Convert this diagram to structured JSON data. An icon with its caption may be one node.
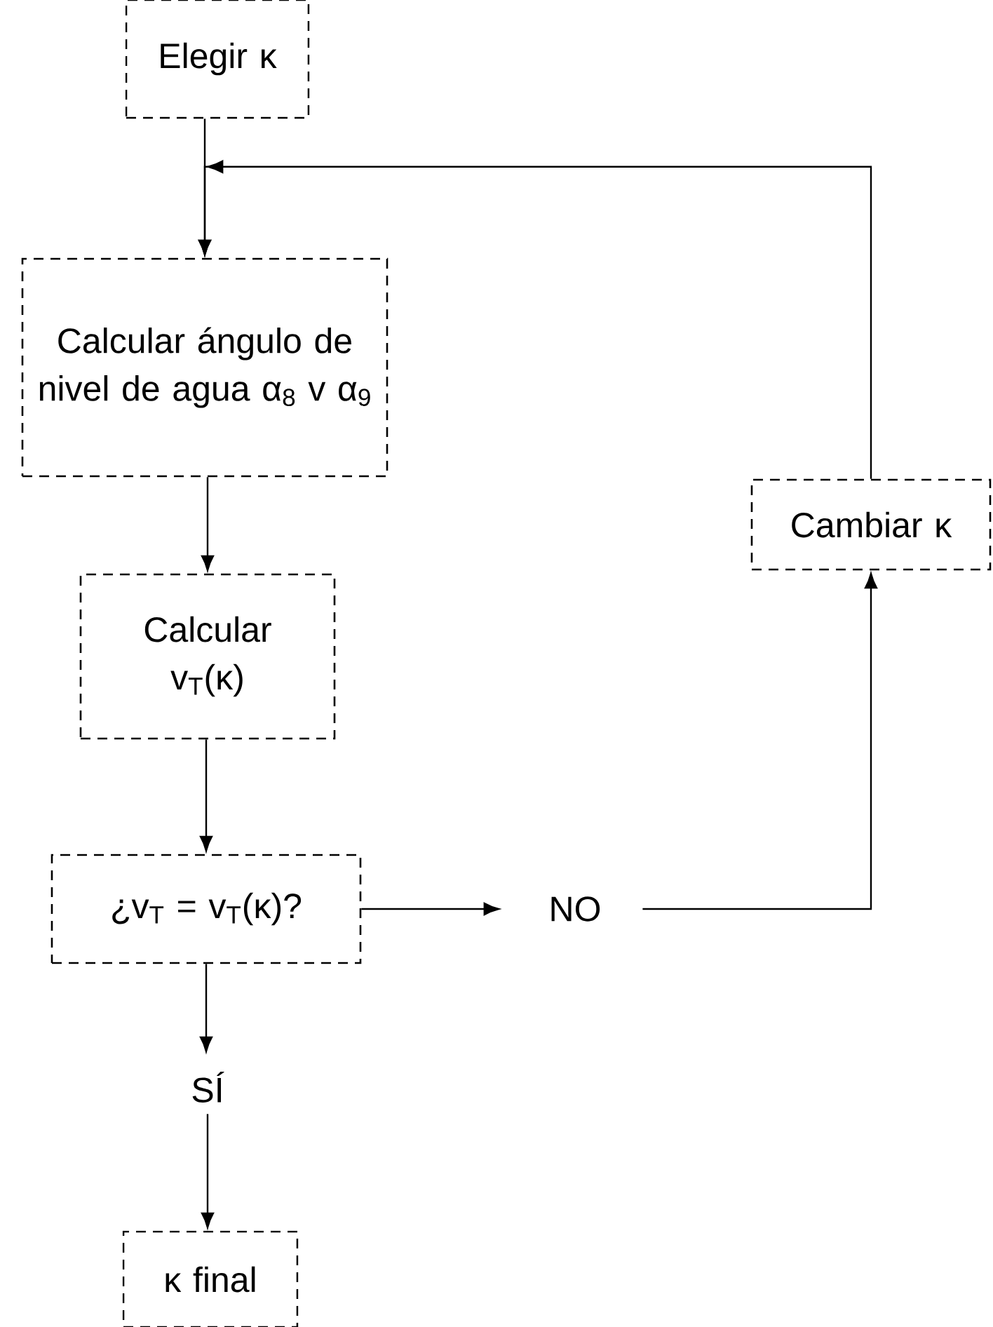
{
  "diagram": {
    "nodes": [
      {
        "text": [
          "Elegir κ"
        ]
      },
      {
        "text": [
          "Calcular ángulo de nivel de agua α$_{8}$ v α$_{9}$"
        ]
      },
      {
        "text": [
          "Cambiar κ"
        ]
      },
      {
        "text": [
          "Calcular v$_{T}$(κ)"
        ]
      },
      {
        "text": [
          "¿v$_{T}$ = v$_{T}$(κ)?"
        ]
      },
      {
        "text": [
          "NO"
        ]
      },
      {
        "text": [
          "SÍ"
        ]
      },
      {
        "text": [
          "κ final"
        ]
      }
    ],
    "edges": [
      {
        "from": 0,
        "to": 1,
        "arrow": "to"
      },
      {
        "from": 2,
        "to": 1,
        "arrow": "to"
      },
      {
        "from": 1,
        "to": 3,
        "arrow": "to"
      },
      {
        "from": 3,
        "to": 4,
        "arrow": "to"
      },
      {
        "from": 4,
        "to": 5,
        "arrow": "to"
      },
      {
        "from": 5,
        "to": 2,
        "arrow": "to"
      },
      {
        "from": 4,
        "to": 6,
        "arrow": "to"
      },
      {
        "from": 6,
        "to": 7,
        "arrow": "to"
      }
    ]
  }
}
